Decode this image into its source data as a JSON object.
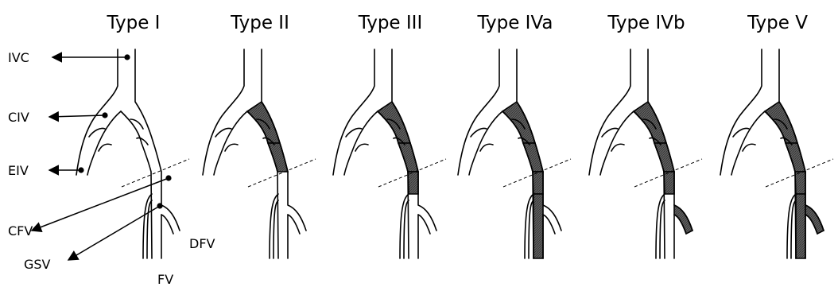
{
  "types": [
    {
      "label": "Type I",
      "thrombosed": []
    },
    {
      "label": "Type II",
      "thrombosed": [
        "CIV",
        "EIV"
      ]
    },
    {
      "label": "Type III",
      "thrombosed": [
        "CIV",
        "EIV",
        "CFV"
      ]
    },
    {
      "label": "Type IVa",
      "thrombosed": [
        "CIV",
        "EIV",
        "CFV",
        "FV"
      ]
    },
    {
      "label": "Type IVb",
      "thrombosed": [
        "CIV",
        "EIV",
        "CFV",
        "DFV"
      ]
    },
    {
      "label": "Type V",
      "thrombosed": [
        "CIV",
        "EIV",
        "CFV",
        "FV",
        "DFV"
      ]
    }
  ],
  "labels": {
    "ivc": "IVC",
    "civ": "CIV",
    "eiv": "EIV",
    "cfv": "CFV",
    "gsv": "GSV",
    "dfv": "DFV",
    "fv": "FV"
  },
  "colors": {
    "thrombus": "#5f5f5f",
    "line": "#000000"
  }
}
